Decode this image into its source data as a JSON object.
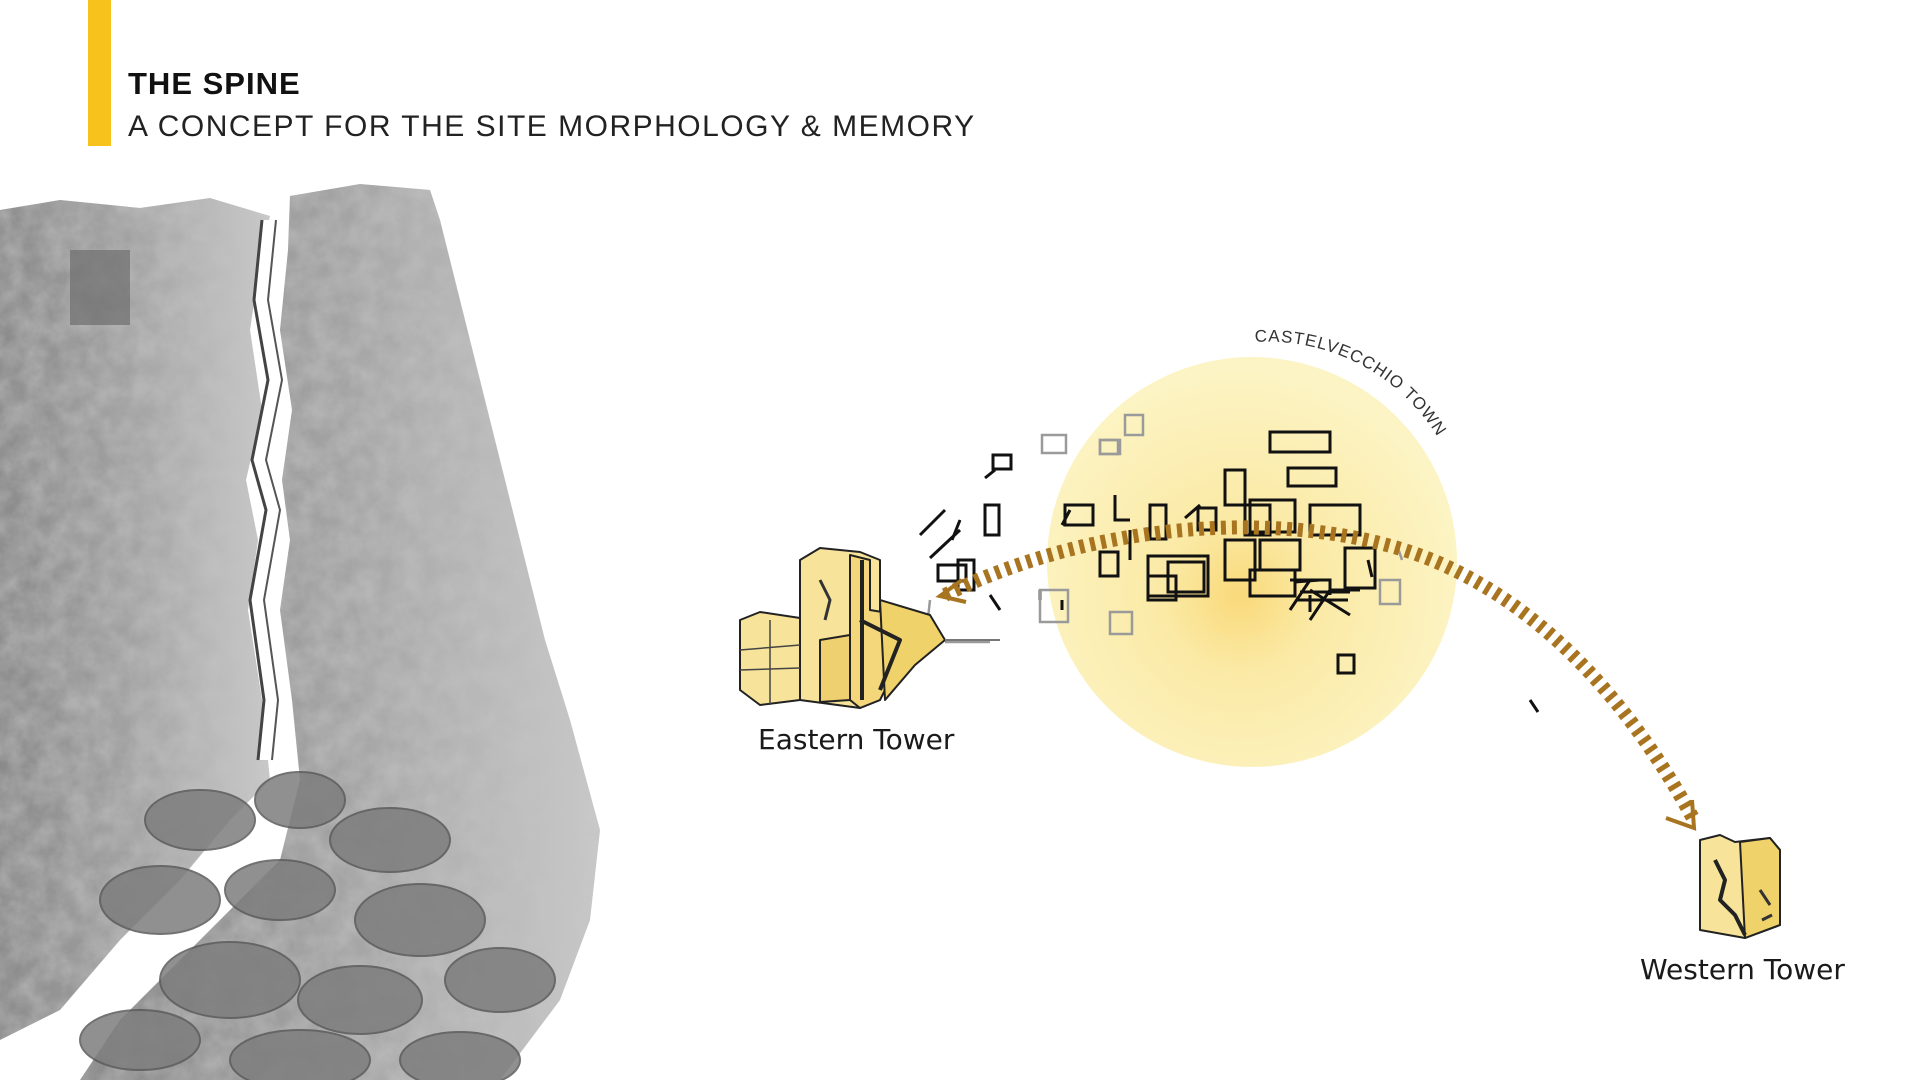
{
  "header": {
    "title": "THE SPINE",
    "subtitle": "A CONCEPT FOR THE SITE MORPHOLOGY & MEMORY"
  },
  "diagram": {
    "town_label": "CASTELVECCHIO TOWN",
    "eastern_tower_label": "Eastern Tower",
    "western_tower_label": "Western Tower"
  },
  "colors": {
    "accent": "#f6c21b",
    "spine_arrow": "#a8741f",
    "tower_fill": "#f7e39a",
    "town_glow": "#fbf1b6"
  },
  "icons": {
    "wall": "ruined-stone-wall-photo",
    "eastern_tower": "tower-ruin-3d",
    "western_tower": "tower-ruin-3d"
  }
}
